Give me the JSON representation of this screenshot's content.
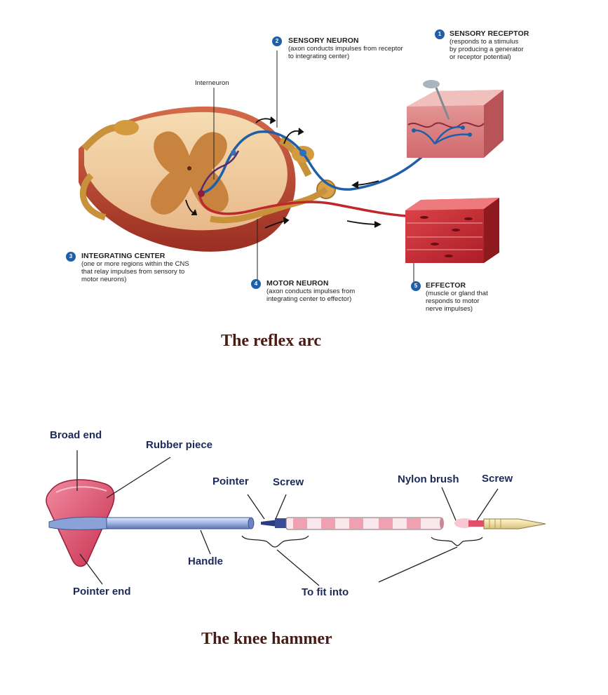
{
  "reflex_arc": {
    "title": "The reflex arc",
    "interneuron": "Interneuron",
    "parts": [
      {
        "number": "1",
        "name": "SENSORY RECEPTOR",
        "desc": [
          "(responds to a stimulus",
          "by producing a generator",
          "or receptor potential)"
        ]
      },
      {
        "number": "2",
        "name": "SENSORY NEURON",
        "desc": [
          "(axon conducts impulses from receptor",
          "to integrating center)"
        ]
      },
      {
        "number": "3",
        "name": "INTEGRATING CENTER",
        "desc": [
          "(one or more regions within the CNS",
          "that relay impulses from sensory to",
          "motor neurons)"
        ]
      },
      {
        "number": "4",
        "name": "MOTOR NEURON",
        "desc": [
          "(axon conducts impulses from",
          "integrating center to effector)"
        ]
      },
      {
        "number": "5",
        "name": "EFFECTOR",
        "desc": [
          "(muscle or gland that",
          "responds to motor",
          "nerve impulses)"
        ]
      }
    ],
    "colors": {
      "sensory": "#1f5fa8",
      "motor": "#c0262b",
      "grey_matter": "#c8833f",
      "white_matter": "#f5d9b0"
    }
  },
  "knee_hammer": {
    "title": "The knee hammer",
    "labels": {
      "broad_end": "Broad end",
      "rubber_piece": "Rubber piece",
      "pointer": "Pointer",
      "screw_left": "Screw",
      "nylon_brush": "Nylon brush",
      "screw_right": "Screw",
      "handle": "Handle",
      "pointer_end": "Pointer end",
      "to_fit_into": "To fit into"
    },
    "colors": {
      "rubber": "#e0506a",
      "handle": "#9fb4e0",
      "stripe_pink": "#f0a0b0"
    }
  }
}
